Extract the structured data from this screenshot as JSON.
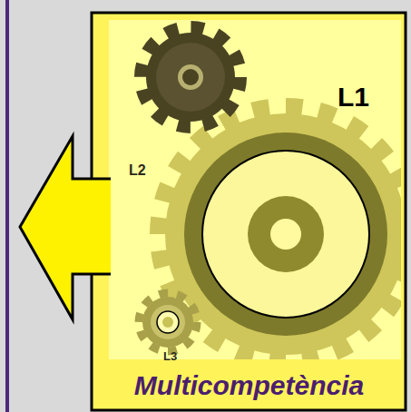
{
  "diagram": {
    "nodes": [
      {
        "text": [
          "Multicompetència"
        ]
      }
    ],
    "labels": [
      "L1",
      "L2",
      "L3"
    ]
  }
}
